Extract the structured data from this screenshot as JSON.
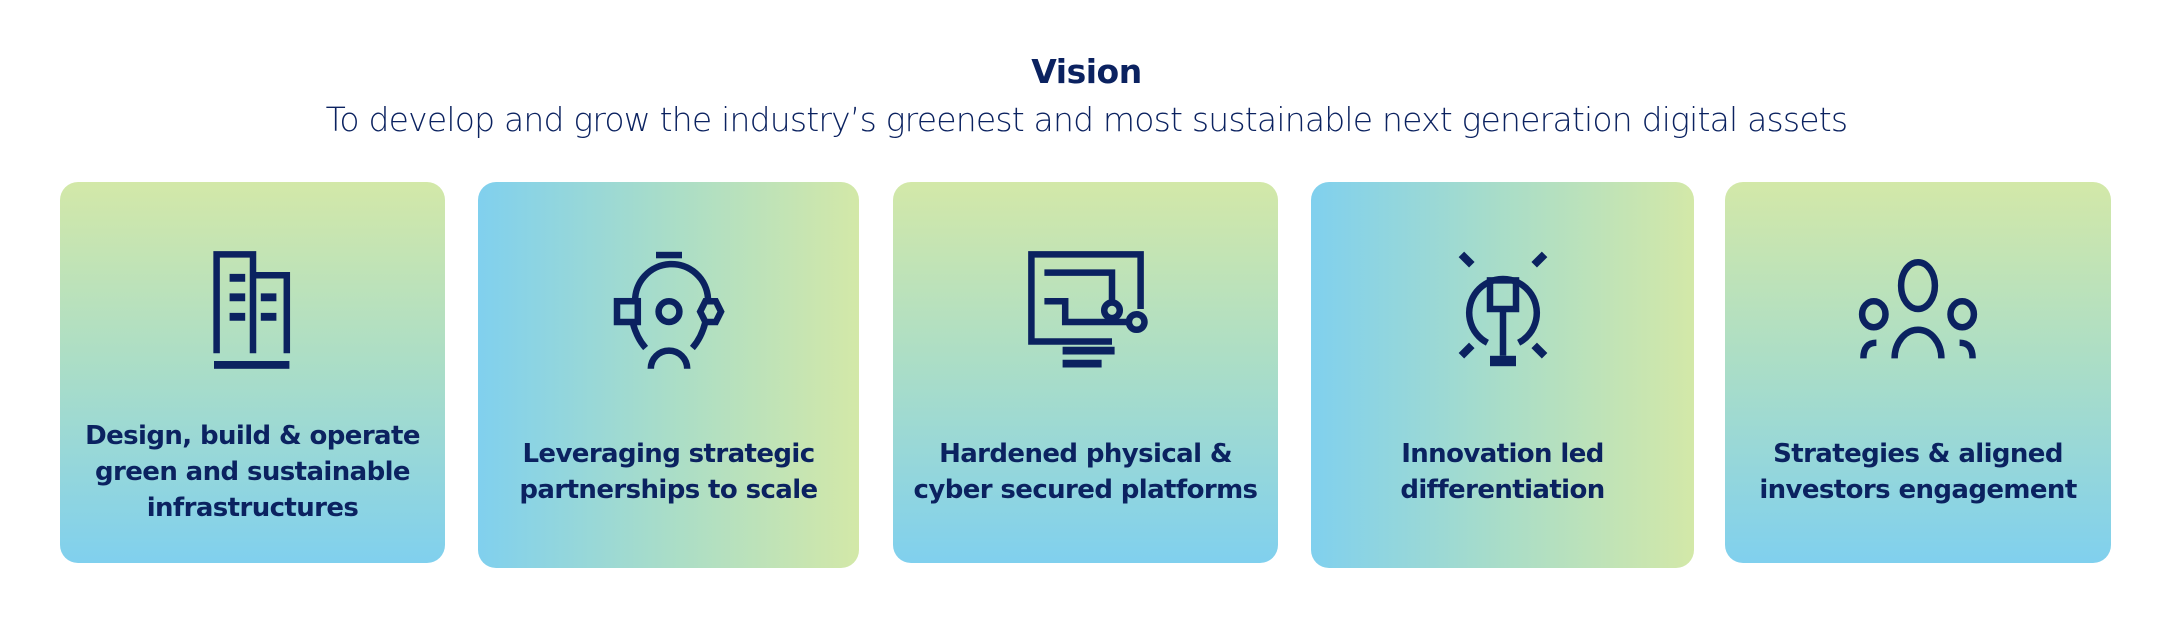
{
  "header": {
    "title": "Vision",
    "subtitle": "To develop and grow the industry’s greenest and most sustainable next generation digital assets"
  },
  "colors": {
    "navy": "#0b2260",
    "green": "#d3e8a8",
    "blue": "#80d0ee"
  },
  "cards": [
    {
      "icon": "building-icon",
      "label_lines": [
        "Design, build & operate",
        "green and sustainable",
        "infrastructures"
      ]
    },
    {
      "icon": "partnership-network-icon",
      "label_lines": [
        "Leveraging strategic",
        "partnerships to scale"
      ]
    },
    {
      "icon": "secure-monitor-circuit-icon",
      "label_lines": [
        "Hardened physical &",
        "cyber secured platforms"
      ]
    },
    {
      "icon": "lightbulb-innovation-icon",
      "label_lines": [
        "Innovation led",
        "differentiation"
      ]
    },
    {
      "icon": "investors-group-icon",
      "label_lines": [
        "Strategies & aligned",
        "investors engagement"
      ]
    }
  ]
}
